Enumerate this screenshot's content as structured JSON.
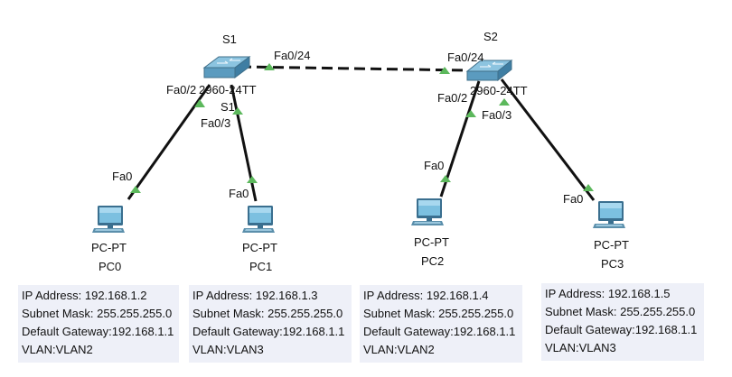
{
  "switches": [
    {
      "name": "S1",
      "model": "2960-24TT",
      "sub_label": "S1"
    },
    {
      "name": "S2",
      "model": "2960-24TT"
    }
  ],
  "trunk": {
    "s1_port": "Fa0/24",
    "s2_port": "Fa0/24"
  },
  "links": [
    {
      "switch_port": "Fa0/2",
      "pc_port": "Fa0"
    },
    {
      "switch_port": "Fa0/3",
      "pc_port": "Fa0"
    },
    {
      "switch_port": "Fa0/2",
      "pc_port": "Fa0"
    },
    {
      "switch_port": "Fa0/3",
      "pc_port": "Fa0"
    }
  ],
  "pcs": [
    {
      "type": "PC-PT",
      "name": "PC0",
      "ip": "IP Address: 192.168.1.2",
      "mask": "Subnet Mask: 255.255.255.0",
      "gateway": "Default Gateway:192.168.1.1",
      "vlan": "VLAN:VLAN2"
    },
    {
      "type": "PC-PT",
      "name": "PC1",
      "ip": "IP Address: 192.168.1.3",
      "mask": "Subnet Mask: 255.255.255.0",
      "gateway": "Default Gateway:192.168.1.1",
      "vlan": "VLAN:VLAN3"
    },
    {
      "type": "PC-PT",
      "name": "PC2",
      "ip": "IP Address: 192.168.1.4",
      "mask": "Subnet Mask: 255.255.255.0",
      "gateway": "Default Gateway:192.168.1.1",
      "vlan": "VLAN:VLAN2"
    },
    {
      "type": "PC-PT",
      "name": "PC3",
      "ip": "IP Address: 192.168.1.5",
      "mask": "Subnet Mask: 255.255.255.0",
      "gateway": "Default Gateway:192.168.1.1",
      "vlan": "VLAN:VLAN3"
    }
  ],
  "colors": {
    "link": "#111111",
    "port_up": "#5cb85c",
    "switch": "#5b9bbf",
    "pc_screen": "#6db3d6",
    "info_bg": "#eef0f8"
  }
}
